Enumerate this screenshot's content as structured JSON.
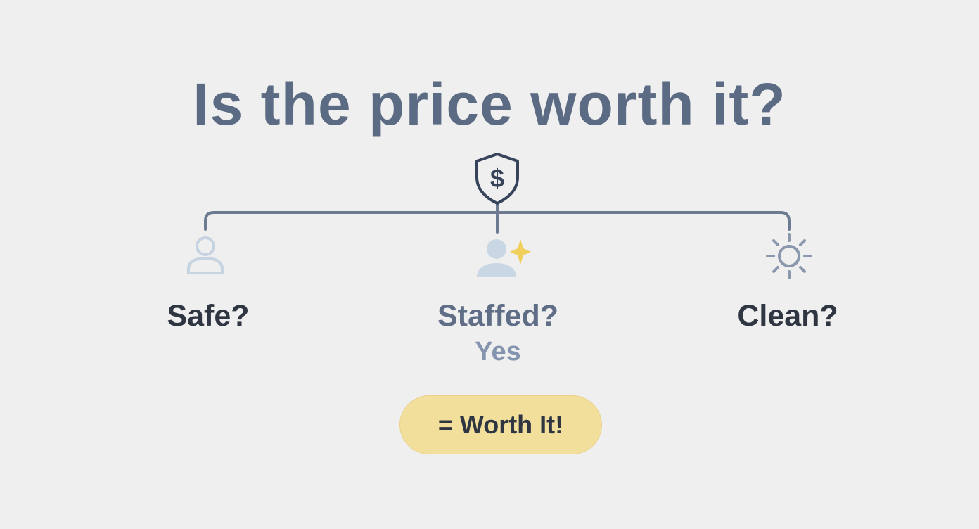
{
  "title": "Is the price worth it?",
  "colors": {
    "background": "#efefef",
    "title": "#5c6b84",
    "connector": "#6c7a92",
    "shield": "#36435a",
    "dark_label": "#2f3642",
    "muted_label": "#5f6d87",
    "light_label": "#8493ae",
    "pill": "#f2df9c",
    "sparkle": "#f0cf5a",
    "person_light": "#c9d6e3"
  },
  "root": {
    "icon": "shield-dollar-icon",
    "symbol": "$"
  },
  "branches": [
    {
      "icon": "person-outline-icon",
      "label": "Safe?"
    },
    {
      "icon": "person-sparkle-icon",
      "label": "Staffed?",
      "answer": "Yes"
    },
    {
      "icon": "sun-icon",
      "label": "Clean?"
    }
  ],
  "result": {
    "label": "= Worth It!"
  }
}
